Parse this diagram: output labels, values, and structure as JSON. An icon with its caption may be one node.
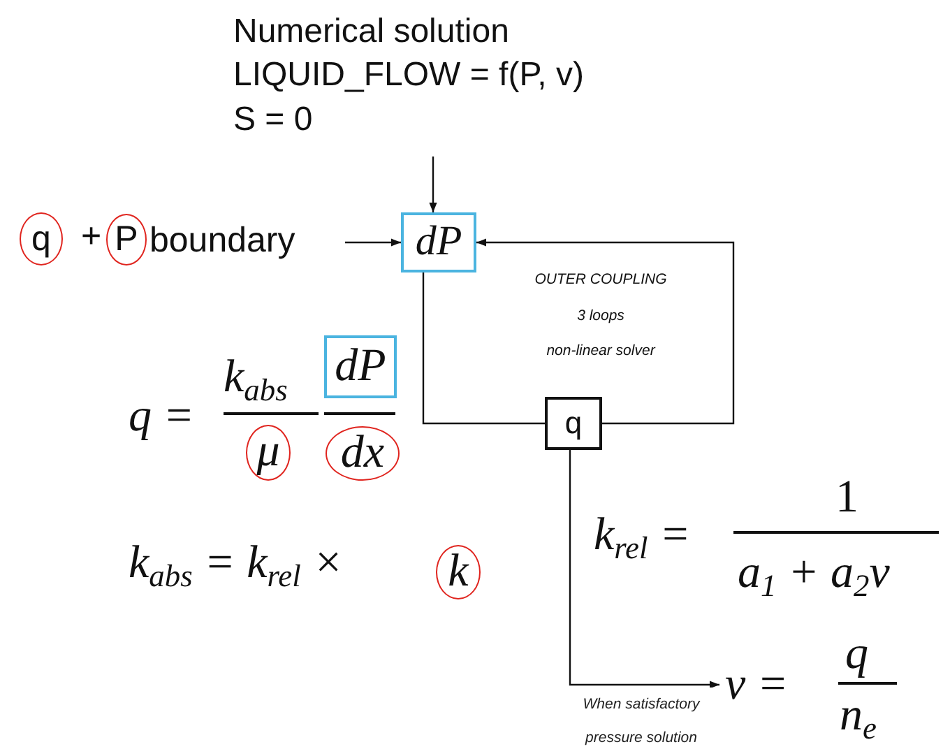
{
  "diagram": {
    "nodes": [
      {
        "text": [
          "Numerical solution",
          "LIQUID_FLOW = f(P, v)",
          "S = 0"
        ]
      },
      {
        "text": [
          "q"
        ]
      },
      {
        "text": [
          "P"
        ]
      },
      {
        "text": [
          "boundary"
        ]
      },
      {
        "text": [
          "dP"
        ]
      },
      {
        "text": [
          "q"
        ]
      },
      {
        "text": [
          "dP"
        ]
      },
      {
        "text": [
          "μ"
        ]
      },
      {
        "text": [
          "dx"
        ]
      },
      {
        "text": [
          "k"
        ]
      },
      {
        "text": [
          "v =",
          "q",
          "n$_{e}$"
        ]
      }
    ],
    "edges": [
      {
        "from": 0,
        "to": 4,
        "arrow": "to"
      },
      {
        "from": 3,
        "to": 4,
        "arrow": "to"
      },
      {
        "from": 4,
        "to": 5,
        "arrow": "none"
      },
      {
        "from": 5,
        "to": 4,
        "arrow": "to"
      },
      {
        "from": 5,
        "to": 10,
        "arrow": "to",
        "label": "When satisfactory pressure solution"
      }
    ],
    "labels": [
      "+",
      "OUTER COUPLING",
      "3 loops",
      "non-linear solver",
      "k$_{abs}$",
      "q =",
      "k$_{rel}$ =",
      "1",
      "a$_{1}$ + a$_{2}$v",
      "k$_{abs}$ = k$_{rel}$ ×"
    ]
  }
}
